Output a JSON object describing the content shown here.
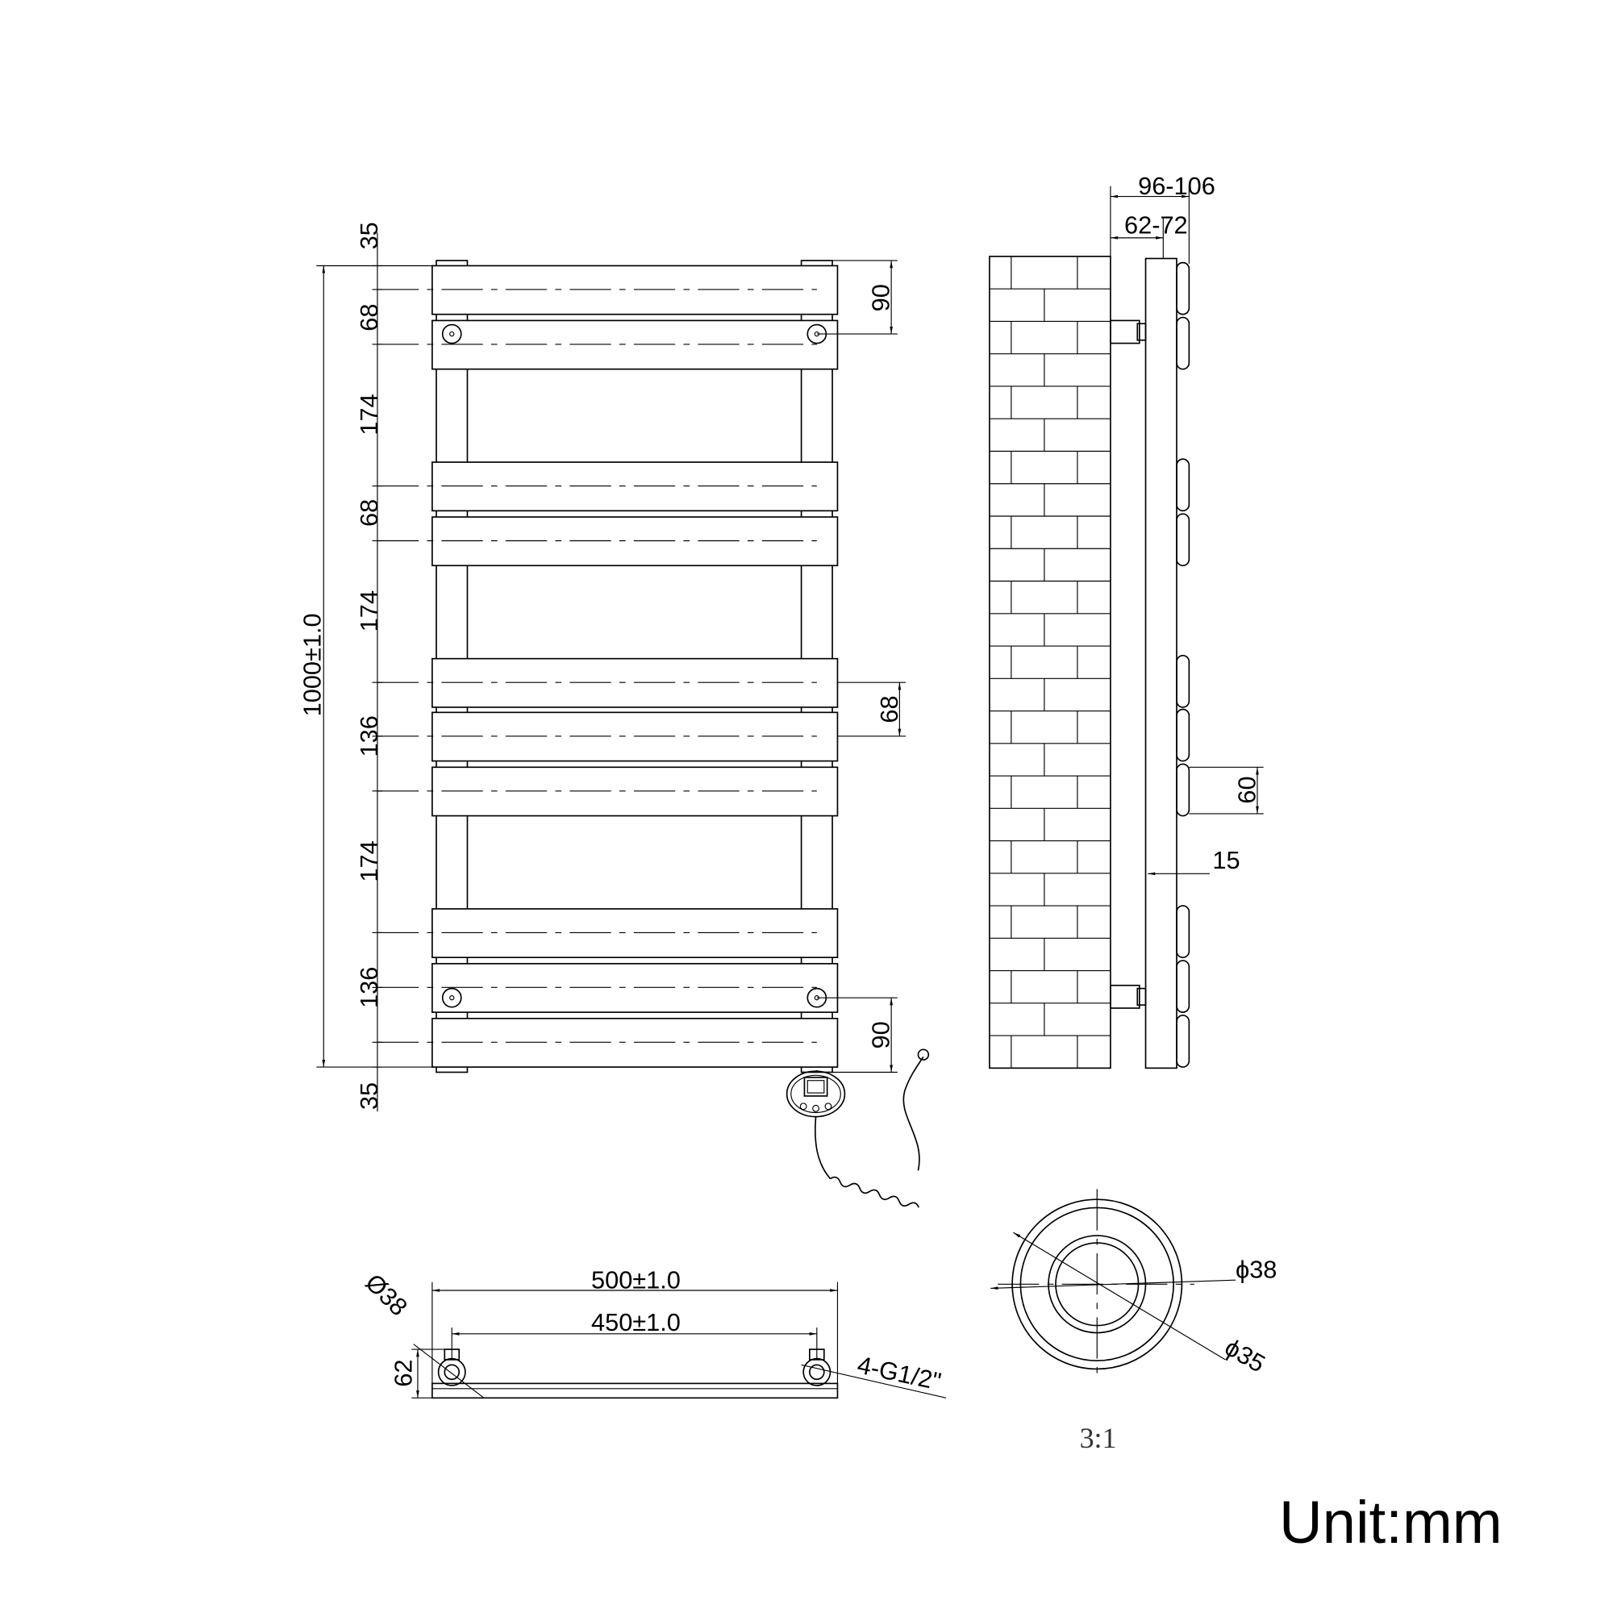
{
  "front_view": {
    "overall_height": "1000±1.0",
    "left_dims": [
      "35",
      "68",
      "174",
      "68",
      "174",
      "136",
      "174",
      "136",
      "35"
    ],
    "right_dims": {
      "top_inlet": "90",
      "rail_pair": "68",
      "bottom_inlet": "90"
    }
  },
  "side_view": {
    "wall_offset_total": "96-106",
    "wall_offset_tube": "62-72",
    "rail_height": "60",
    "rail_depth": "15"
  },
  "bottom_view": {
    "pipe_diameter": "Ø38",
    "depth": "62",
    "overall_width": "500±1.0",
    "centres": "450±1.0",
    "connections": "4-G1/2\""
  },
  "detail_view": {
    "outer_diameter": "ϕ38",
    "inner_diameter": "ϕ35",
    "scale": "3:1"
  },
  "unit_label": "Unit:mm"
}
